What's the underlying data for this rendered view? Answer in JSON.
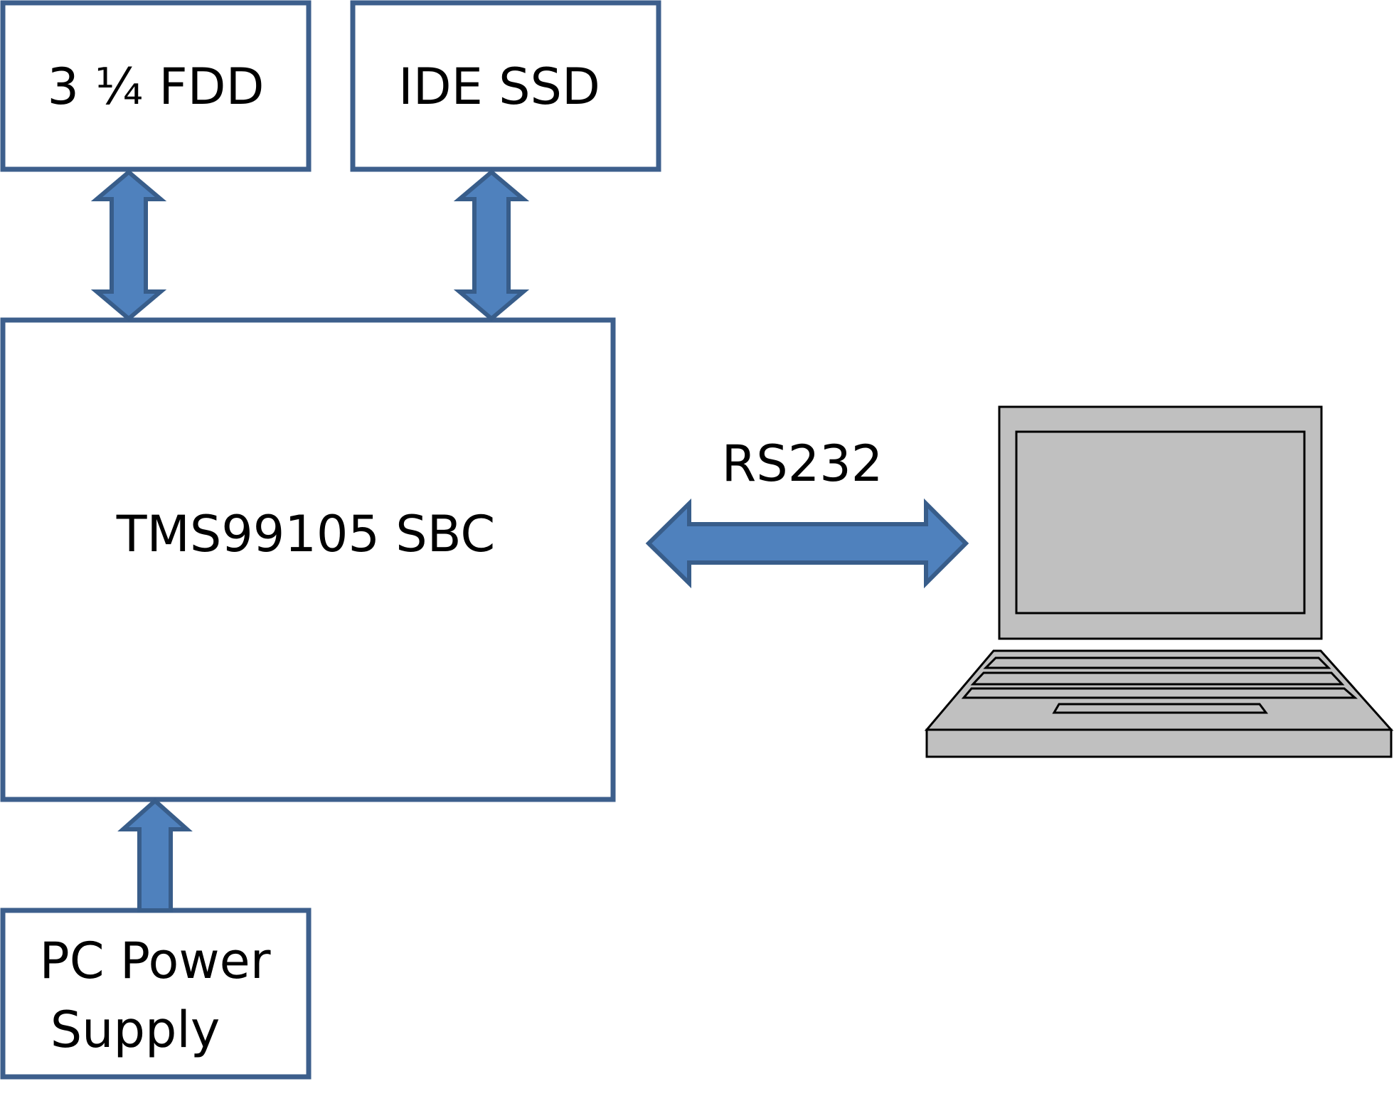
{
  "diagram": {
    "boxes": {
      "fdd": {
        "label": "3 ¼ FDD"
      },
      "ssd": {
        "label": "IDE SSD"
      },
      "sbc": {
        "label": "TMS99105 SBC"
      },
      "psu": {
        "line1": "PC Power",
        "line2": "Supply"
      }
    },
    "links": {
      "serial": {
        "label": "RS232"
      }
    },
    "icons": {
      "computer": "laptop-icon"
    },
    "colors": {
      "box_border": "#3D5F8C",
      "arrow_fill": "#4F81BD",
      "arrow_stroke": "#385D8A",
      "laptop_fill": "#C0C0C0",
      "laptop_stroke": "#000000"
    }
  }
}
